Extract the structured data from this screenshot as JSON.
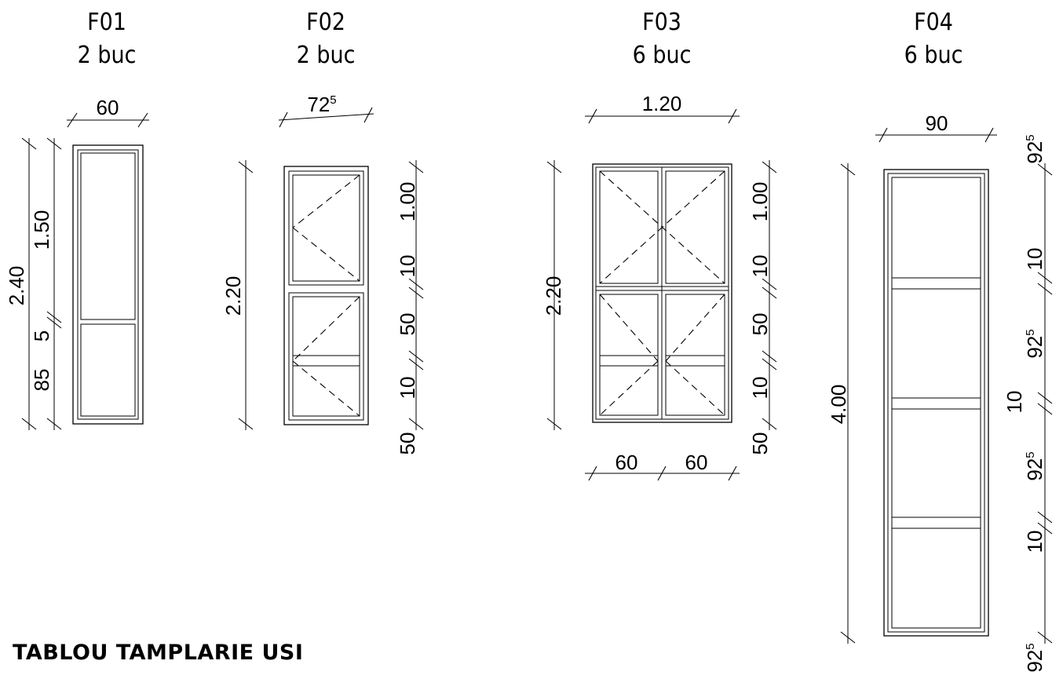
{
  "heading": "TABLOU  TAMPLARIE  USI",
  "items": {
    "f01": {
      "code": "F01",
      "qty": "2 buc",
      "dims": {
        "width": "60",
        "total_height": "2.40",
        "h_top": "1.50",
        "h_mid": "5",
        "h_bottom": "85"
      }
    },
    "f02": {
      "code": "F02",
      "qty": "2 buc",
      "dims": {
        "width": "72",
        "width_sup": "5",
        "total_height": "2.20",
        "h1": "1.00",
        "h2": "10",
        "h3": "50",
        "h4": "10",
        "h5": "50"
      }
    },
    "f03": {
      "code": "F03",
      "qty": "6 buc",
      "dims": {
        "width": "1.20",
        "total_height": "2.20",
        "h1": "1.00",
        "h2": "10",
        "h3": "50",
        "h4": "10",
        "h5": "50",
        "leaf_left": "60",
        "leaf_right": "60"
      }
    },
    "f04": {
      "code": "F04",
      "qty": "6 buc",
      "dims": {
        "width": "90",
        "total_height": "4.00",
        "s1": "92",
        "s1_sup": "5",
        "s2": "10",
        "s3": "92",
        "s3_sup": "5",
        "s4": "10",
        "s5": "92",
        "s5_sup": "5",
        "s6": "10",
        "s7": "92",
        "s7_sup": "5"
      }
    }
  }
}
